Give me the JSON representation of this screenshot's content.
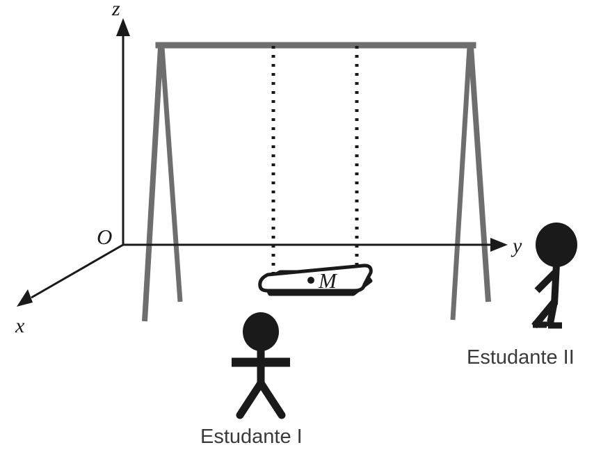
{
  "figure": {
    "title": "Diagrama de balanco com eixos coordenados",
    "background_color": "#ffffff",
    "axes": {
      "origin_label": "O",
      "x_label": "x",
      "y_label": "y",
      "z_label": "z",
      "axis_color": "#1a1a1a"
    },
    "swing": {
      "frame_color": "#6e6e6e",
      "chain_color": "#1a1a1a",
      "seat_color": "#1a1a1a",
      "seat_fill": "#ffffff"
    },
    "mass_point": {
      "label": "M",
      "dot_color": "#1a1a1a"
    },
    "people": [
      {
        "id": "estudante-1",
        "label": "Estudante I",
        "pose": "front",
        "color": "#1a1a1a"
      },
      {
        "id": "estudante-2",
        "label": "Estudante II",
        "pose": "profile-walking",
        "color": "#1a1a1a"
      }
    ]
  }
}
